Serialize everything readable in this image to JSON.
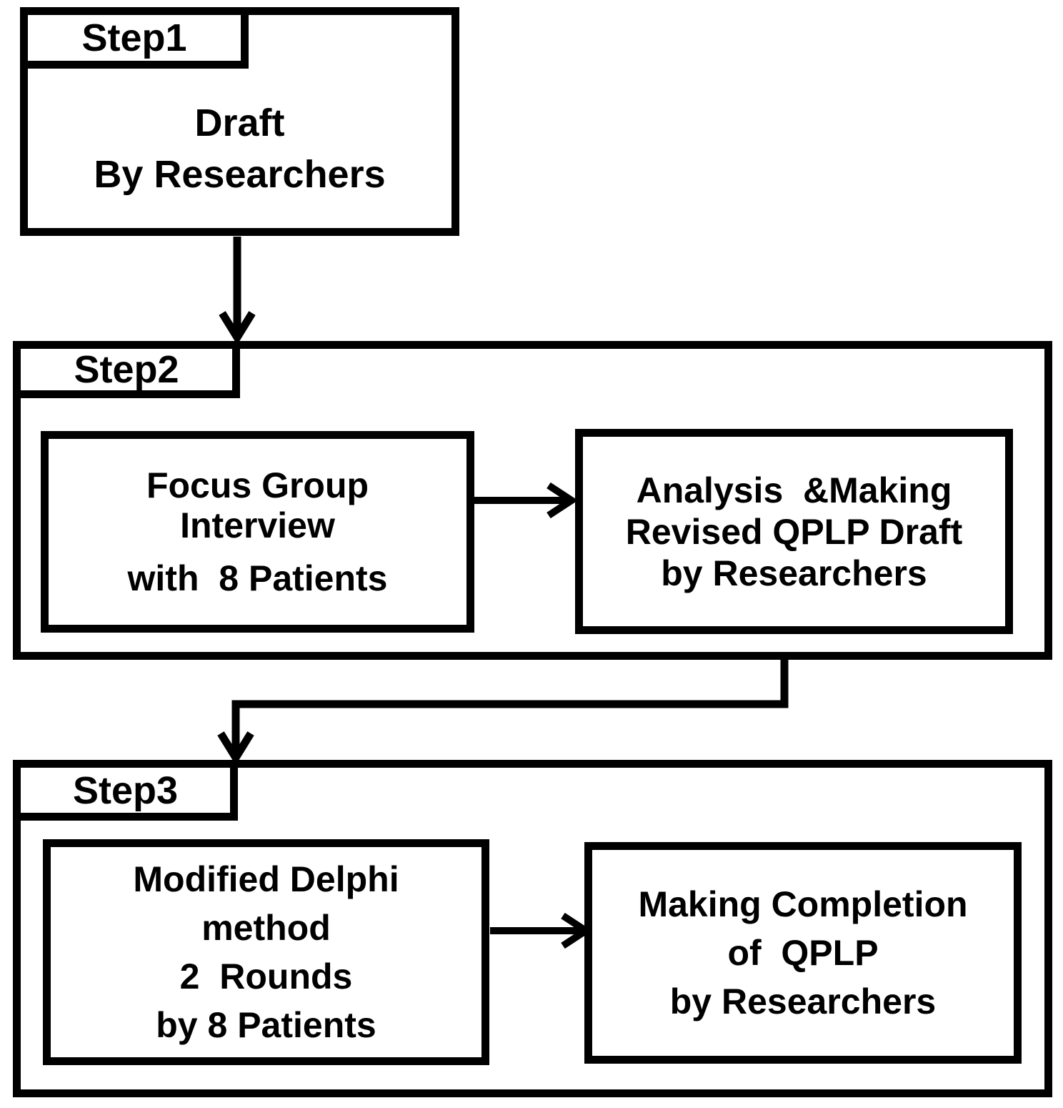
{
  "diagram": {
    "colors": {
      "line": "#000000",
      "background": "#ffffff"
    },
    "step1": {
      "tab": "Step1",
      "lines": [
        "Draft",
        "By Researchers"
      ]
    },
    "step2": {
      "tab": "Step2",
      "left_box": {
        "lines": [
          "Focus Group",
          "Interview",
          "with  8 Patients"
        ]
      },
      "right_box": {
        "lines": [
          "Analysis  &Making",
          "Revised QPLP Draft",
          "by Researchers"
        ]
      }
    },
    "step3": {
      "tab": "Step3",
      "left_box": {
        "lines": [
          "Modified Delphi",
          "method",
          "2  Rounds",
          "by 8 Patients"
        ]
      },
      "right_box": {
        "lines": [
          "Making Completion",
          "of  QPLP",
          "by Researchers"
        ]
      }
    }
  }
}
